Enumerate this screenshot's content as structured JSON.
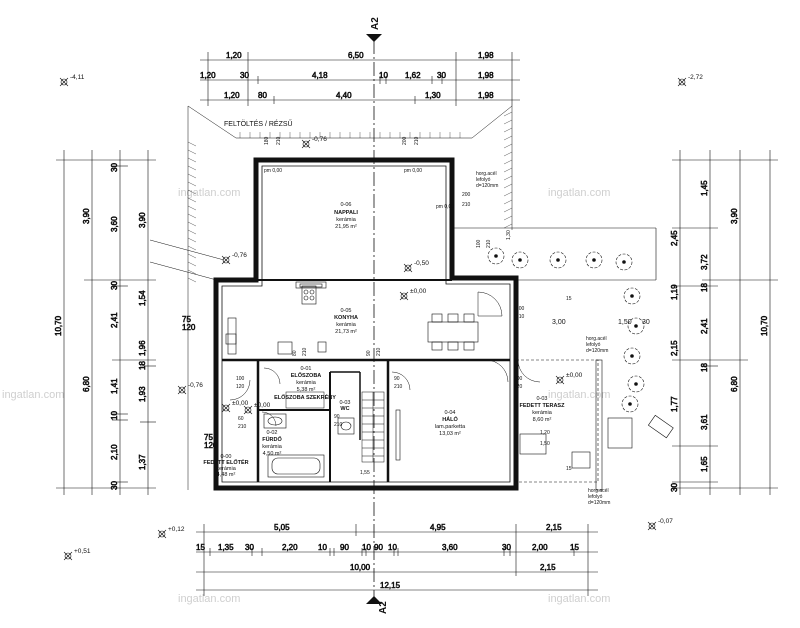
{
  "section_marks": {
    "top": "A2",
    "bottom": "A2"
  },
  "fill_label": "FELTÖLTÉS / RÉZSŰ",
  "top_dims": [
    [
      "1,20",
      "6,50",
      "1,98"
    ],
    [
      "1,20",
      "30",
      "4,18",
      "10",
      "1,62",
      "30",
      "1,98"
    ],
    [
      "1,20",
      "80",
      "4,40",
      "1,30",
      "1,98"
    ]
  ],
  "bottom_dims": [
    [
      "5,05",
      "4,95",
      "2,15"
    ],
    [
      "15",
      "1,35",
      "30",
      "2,20",
      "10",
      "90",
      "10",
      "90",
      "10",
      "3,60",
      "30",
      "2,00",
      "15"
    ],
    [
      "10,00",
      "2,15"
    ],
    [
      "12,15"
    ]
  ],
  "left_dims": {
    "outer": "10,70",
    "mid": [
      "3,90",
      "6,80"
    ],
    "inner": [
      "30",
      "3,60",
      "30",
      "2,41",
      "1,41",
      "10",
      "2,10",
      "30"
    ],
    "third": [
      "3,90",
      "1,54",
      "1,96",
      "18",
      "1,93",
      "1,37"
    ],
    "door_notes": [
      "75",
      "120",
      "75",
      "120"
    ]
  },
  "right_dims": {
    "outer": "10,70",
    "mid": [
      "3,90",
      "6,80"
    ],
    "inner": [
      "1,45",
      "3,72",
      "18",
      "2,41",
      "18",
      "3,61",
      "1,65"
    ],
    "third": [
      "2,45",
      "1,19",
      "2,15",
      "1,77",
      "30"
    ]
  },
  "levels": [
    "-4,11",
    "-2,72",
    "-0,76",
    "-0,76",
    "-0,50",
    "±0,00",
    "±0,00",
    "±0,00",
    "-0,76",
    "+0,12",
    "-0,07",
    "+0,51",
    "±0,00"
  ],
  "rooms": [
    {
      "code": "0-06",
      "name": "NAPPALI",
      "material": "kerámia",
      "area": "21,95 m²"
    },
    {
      "code": "0-05",
      "name": "KONYHA",
      "material": "kerámia",
      "area": "21,73 m²"
    },
    {
      "code": "0-04",
      "name": "HÁLÓ",
      "material": "lam.parketta",
      "area": "13,03 m²"
    },
    {
      "code": "0-03",
      "name": "FEDETT TERASZ",
      "material": "kerámia",
      "area": "8,60 m²"
    },
    {
      "code": "0-01",
      "name": "ELŐSZOBA",
      "material": "kerámia",
      "area": "5,38 m²"
    },
    {
      "code": "0-02",
      "name": "FÜRDŐ",
      "material": "kerámia",
      "area": "4,50 m²"
    },
    {
      "code": "0-00",
      "name": "FEDETT ELŐTÉR",
      "material": "kerámia",
      "area": "4,48 m²"
    },
    {
      "code": "",
      "name": "ELŐSZOBA SZEKRÉNY",
      "material": "",
      "area": ""
    },
    {
      "code": "",
      "name": "WC",
      "material": "",
      "area": "0-03"
    }
  ],
  "notes": {
    "horg1": [
      "horg.acél",
      "lefolyó",
      "d=120mm"
    ],
    "horg2": [
      "horg.acél",
      "lefolyó",
      "d=120mm"
    ],
    "horg3": [
      "horg.acél",
      "lefolyó",
      "d=120mm"
    ],
    "pm": [
      "pm 0,00",
      "pm 0,00",
      "pm 0,00"
    ],
    "openings": [
      "180",
      "210",
      "200",
      "210",
      "200",
      "210",
      "100",
      "210",
      "90",
      "210",
      "100",
      "210",
      "90",
      "210",
      "80",
      "210",
      "100",
      "120",
      "100",
      "120",
      "90",
      "210",
      "60",
      "210",
      "1,55",
      "1,30",
      "1,20",
      "3,00",
      "1,50",
      "30",
      "1,50",
      "15",
      "15"
    ]
  },
  "watermark": "ingatlan.com"
}
